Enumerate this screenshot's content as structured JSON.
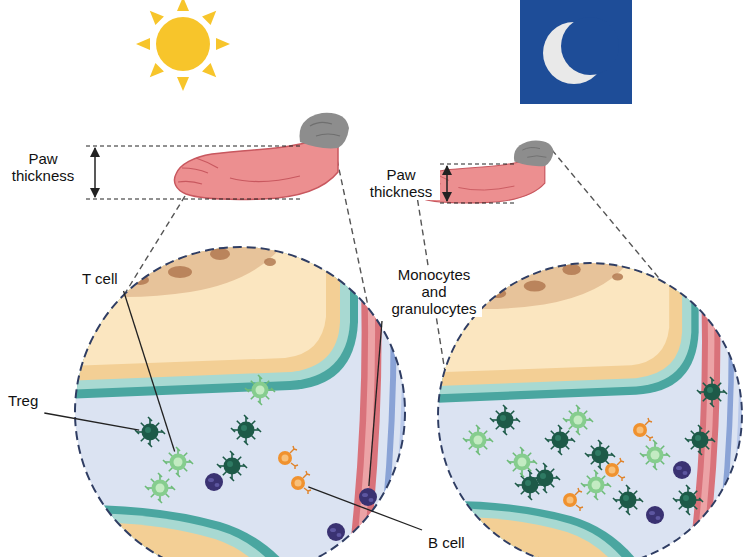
{
  "diagram": {
    "labels": [
      "Paw thickness",
      "Paw thickness",
      "T cell",
      "Monocytes and granulocytes",
      "Treg",
      "B cell"
    ]
  }
}
